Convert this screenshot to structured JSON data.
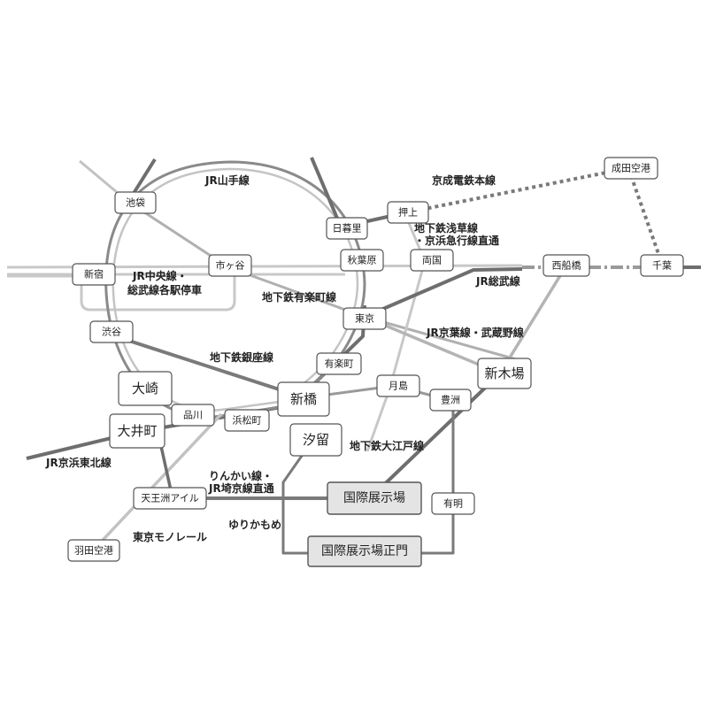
{
  "colors": {
    "line_dark": "#6e6e6e",
    "line_mid": "#9a9a9a",
    "line_light": "#c2c2c2",
    "station_fill": "#ffffff",
    "highlight_fill": "#e4e4e4",
    "text": "#222222"
  },
  "lines": {
    "yamanote": "JR山手線",
    "chuo_sobu": [
      "JR中央線・",
      "総武線各駅停車"
    ],
    "yurakucho": "地下鉄有楽町線",
    "ginza": "地下鉄銀座線",
    "keisei": "京成電鉄本線",
    "asakusa": [
      "地下鉄浅草線",
      "・京浜急行線直通"
    ],
    "sobu": "JR総武線",
    "keiyo": "JR京葉線・武蔵野線",
    "oedo": "地下鉄大江戸線",
    "keihin_tohoku": "JR京浜東北線",
    "rinkai": [
      "りんかい線・",
      "JR埼京線直通"
    ],
    "yurikamome": "ゆりかもめ",
    "monorail": "東京モノレール"
  },
  "stations": {
    "narita": "成田空港",
    "ikebukuro": "池袋",
    "oshiage": "押上",
    "nippori": "日暮里",
    "shinjuku": "新宿",
    "ichigaya": "市ヶ谷",
    "akihabara": "秋葉原",
    "ryogoku": "両国",
    "nishifunabashi": "西船橋",
    "chiba": "千葉",
    "tokyo": "東京",
    "shibuya": "渋谷",
    "yurakucho": "有楽町",
    "shinkiba": "新木場",
    "osaki": "大崎",
    "tsukishima": "月島",
    "shinbashi": "新橋",
    "toyosu": "豊洲",
    "shinagawa": "品川",
    "hamamatsucho": "浜松町",
    "oimachi": "大井町",
    "shiodome": "汐留",
    "tennozu": "天王洲アイル",
    "kokusai": "国際展示場",
    "ariake": "有明",
    "haneda": "羽田空港",
    "kokusai_seimon": "国際展示場正門"
  }
}
